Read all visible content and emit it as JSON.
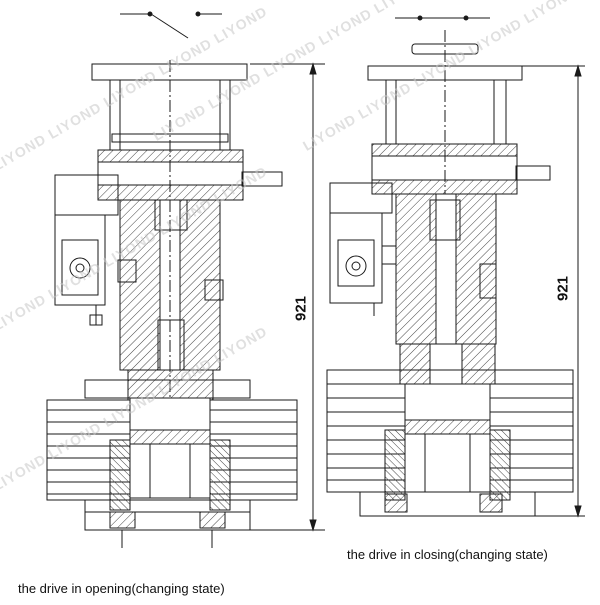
{
  "captions": {
    "opening": "the drive in opening(changing state)",
    "closing": "the drive in closing(changing state)"
  },
  "dimensions": {
    "opening_height": "921",
    "closing_height": "921"
  },
  "watermark": {
    "text": "LIYOND LIYOND LIYOND LIYOND LIYOND"
  },
  "colors": {
    "line": "#1a1a1a",
    "hatch": "#555555",
    "fill": "#ffffff"
  }
}
